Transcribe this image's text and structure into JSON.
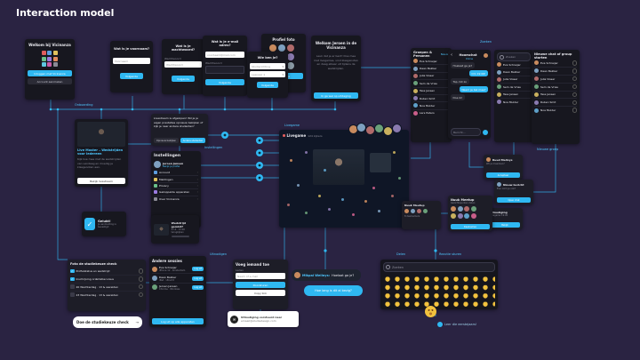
{
  "page": {
    "title": "Interaction model"
  },
  "colors": {
    "accent": "#2fb8f2",
    "background": "#2a2342",
    "card": "#17171f",
    "canvas": "#0f1626"
  },
  "onboarding": {
    "welcome": {
      "title": "Welkom bij Vicinanza",
      "login_button": "Inloggen met Vicinanza",
      "signup_button": "Account aanmaken"
    },
    "name": {
      "title": "Wat is je voornaam?",
      "placeholder": "Voornaam",
      "next_button": "Volgende"
    },
    "password": {
      "title": "Wat is je wachtwoord?",
      "label": "Wachtwoord",
      "placeholder": "Wachtwoord",
      "next_button": "Volgende"
    },
    "email": {
      "title": "Wat is je e-mail adres?",
      "placeholder": "voorbeeld@mail.com",
      "password_label": "Wachtwoord",
      "next_button": "Volgende"
    },
    "who": {
      "title": "Wie ben je?",
      "field1": "Studierichting",
      "field2": "Leerjaar 1",
      "next_button": "Volgende"
    },
    "photo": {
      "title": "Profiel foto",
      "next_button": "Volgende"
    },
    "welcome_done": {
      "title": "Welkom Jeroen in de Vicinanza",
      "body": "Leuk dat je er bent! Doe mee met livegames, vind klasgenoten en daag elkaar uit tijdens de wedstrijden.",
      "cta_button": "Ik ga wel op uitdaging"
    }
  },
  "groups": {
    "title": "Groepen & Personen",
    "action": "Nieuw",
    "items": [
      {
        "name": "Eva Schreijer"
      },
      {
        "name": "Daan Bakker"
      },
      {
        "name": "Julia Visser"
      },
      {
        "name": "Sem de Vries"
      },
      {
        "name": "Tess Jansen"
      },
      {
        "name": "Ruben Smit"
      },
      {
        "name": "Noa Mulder"
      },
      {
        "name": "Lars Peters"
      }
    ]
  },
  "chat": {
    "title": "Hoomchat",
    "status": "Online",
    "messages": [
      {
        "text": "Hoelaat ga je?"
      },
      {
        "text": "Om 19:00!"
      },
      {
        "text": "Top, tot zo"
      },
      {
        "text": "Neem je bal mee?"
      },
      {
        "text": "Doe ik!"
      }
    ],
    "input_placeholder": "Bericht..."
  },
  "search": {
    "title": "Zoeken",
    "placeholder": "Zoeken",
    "items": [
      "Eva Schreijer",
      "Daan Bakker",
      "Julia Visser",
      "Sem de Vries",
      "Tess Jansen",
      "Noa Mulder"
    ]
  },
  "new_chat": {
    "title": "Nieuwe chat of group starten",
    "items": [
      "Eva Schreijer",
      "Daan Bakker",
      "Julia Visser",
      "Sem de Vries",
      "Tess Jansen",
      "Ruben Smit",
      "Noa Mulder"
    ]
  },
  "video_card": {
    "title": "Live Master – Wedstrijden voor iedereen",
    "description": "Kijk live mee met de wedstrijden van vandaag en moedig je klasgenoten aan.",
    "button": "Bekijk livestream"
  },
  "stream_popup": {
    "text": "Livestream is afgelopen! Wil je je eigen prestaties opnieuw bekijken of kijk je naar andere studenten?",
    "button1": "Opnieuw bekijken",
    "button2": "Andere studenten"
  },
  "settings": {
    "title": "Instellingen",
    "profile_name": "Jeroen Jansen",
    "profile_sub": "Bekijk je profiel",
    "items": [
      "Account",
      "Meldingen",
      "Privacy",
      "Gekoppelde apparaten",
      "Over Vicinanza"
    ]
  },
  "livegame": {
    "label": "Livegame",
    "viewers": "124 kijkers"
  },
  "mini_popups": [
    {
      "title": "Ruud Mellvys",
      "sub": "Wil je meedoen?",
      "button": "Accepteer"
    },
    {
      "title": "Nieuw bericht",
      "sub": "Eva: kom je ook?",
      "button": "Open chat"
    },
    {
      "title": "Uitnodiging",
      "sub": "Livegame 19:00",
      "button": "Bekijk"
    }
  ],
  "meetup_small": {
    "title": "Nuuk Meetup",
    "sub": "8 deelnemers"
  },
  "meetup_large": {
    "title": "Nuuk Meetup",
    "sub": "Gezichtspunten delen",
    "button": "Deelnemen"
  },
  "done_card": {
    "title": "Gelukt!",
    "sub": "Je aanmelding is bevestigd"
  },
  "replay_card": {
    "title": "Wedstrijd gemist?",
    "sub": "27-4 · 13:00 terugkijken"
  },
  "checklist": {
    "header": "Foto de studiekeuze check",
    "items": [
      "Profielstatus en wedstrijd",
      "Inschrijving oriëntatiecursus",
      "20 Wachterdag · 13 & werelden",
      "23 Wachterdag · 13 & werelden"
    ],
    "button": "Doe de studiekeuze check",
    "button_arrow": "→"
  },
  "sessions": {
    "title": "Andere sessies",
    "items": [
      {
        "name": "Eva Schreijer",
        "device": "iPhone 12 · Amsterdam",
        "action": "Log uit"
      },
      {
        "name": "Daan Bakker",
        "device": "iPad · Utrecht",
        "action": "Log uit"
      },
      {
        "name": "Jeroen Jansen",
        "device": "Chrome · Windows",
        "action": "Log uit"
      }
    ],
    "footer_button": "Log uit op alle apparaten"
  },
  "invite": {
    "title": "Voeg iemand toe",
    "label": "Leden",
    "placeholder": "Naam of e-mail",
    "send_button": "Doorsturen",
    "copy_button": "Copy link"
  },
  "messages": {
    "bubble1_name": "Mikpal Wellnys:",
    "bubble1_text": "Hoelaat ga je?",
    "bubble2_text": "Hoe lang is dit al bezig?"
  },
  "emoji_picker": {
    "search_placeholder": "Zoeken"
  },
  "reaction": {
    "caption": "Leer die eerstejaars!"
  },
  "toast": {
    "line1": "Uitnodiging verstuurd naar",
    "line2": "emaail@studiedesign.com"
  },
  "connector_labels": {
    "onboarding": "Onboarding",
    "settings": "Instellingen",
    "livegame": "Livegame",
    "search": "Zoeken",
    "new_group": "Nieuwe groep",
    "share": "Delen",
    "invite": "Uitnodigen",
    "reaction": "Reactie sturen"
  }
}
